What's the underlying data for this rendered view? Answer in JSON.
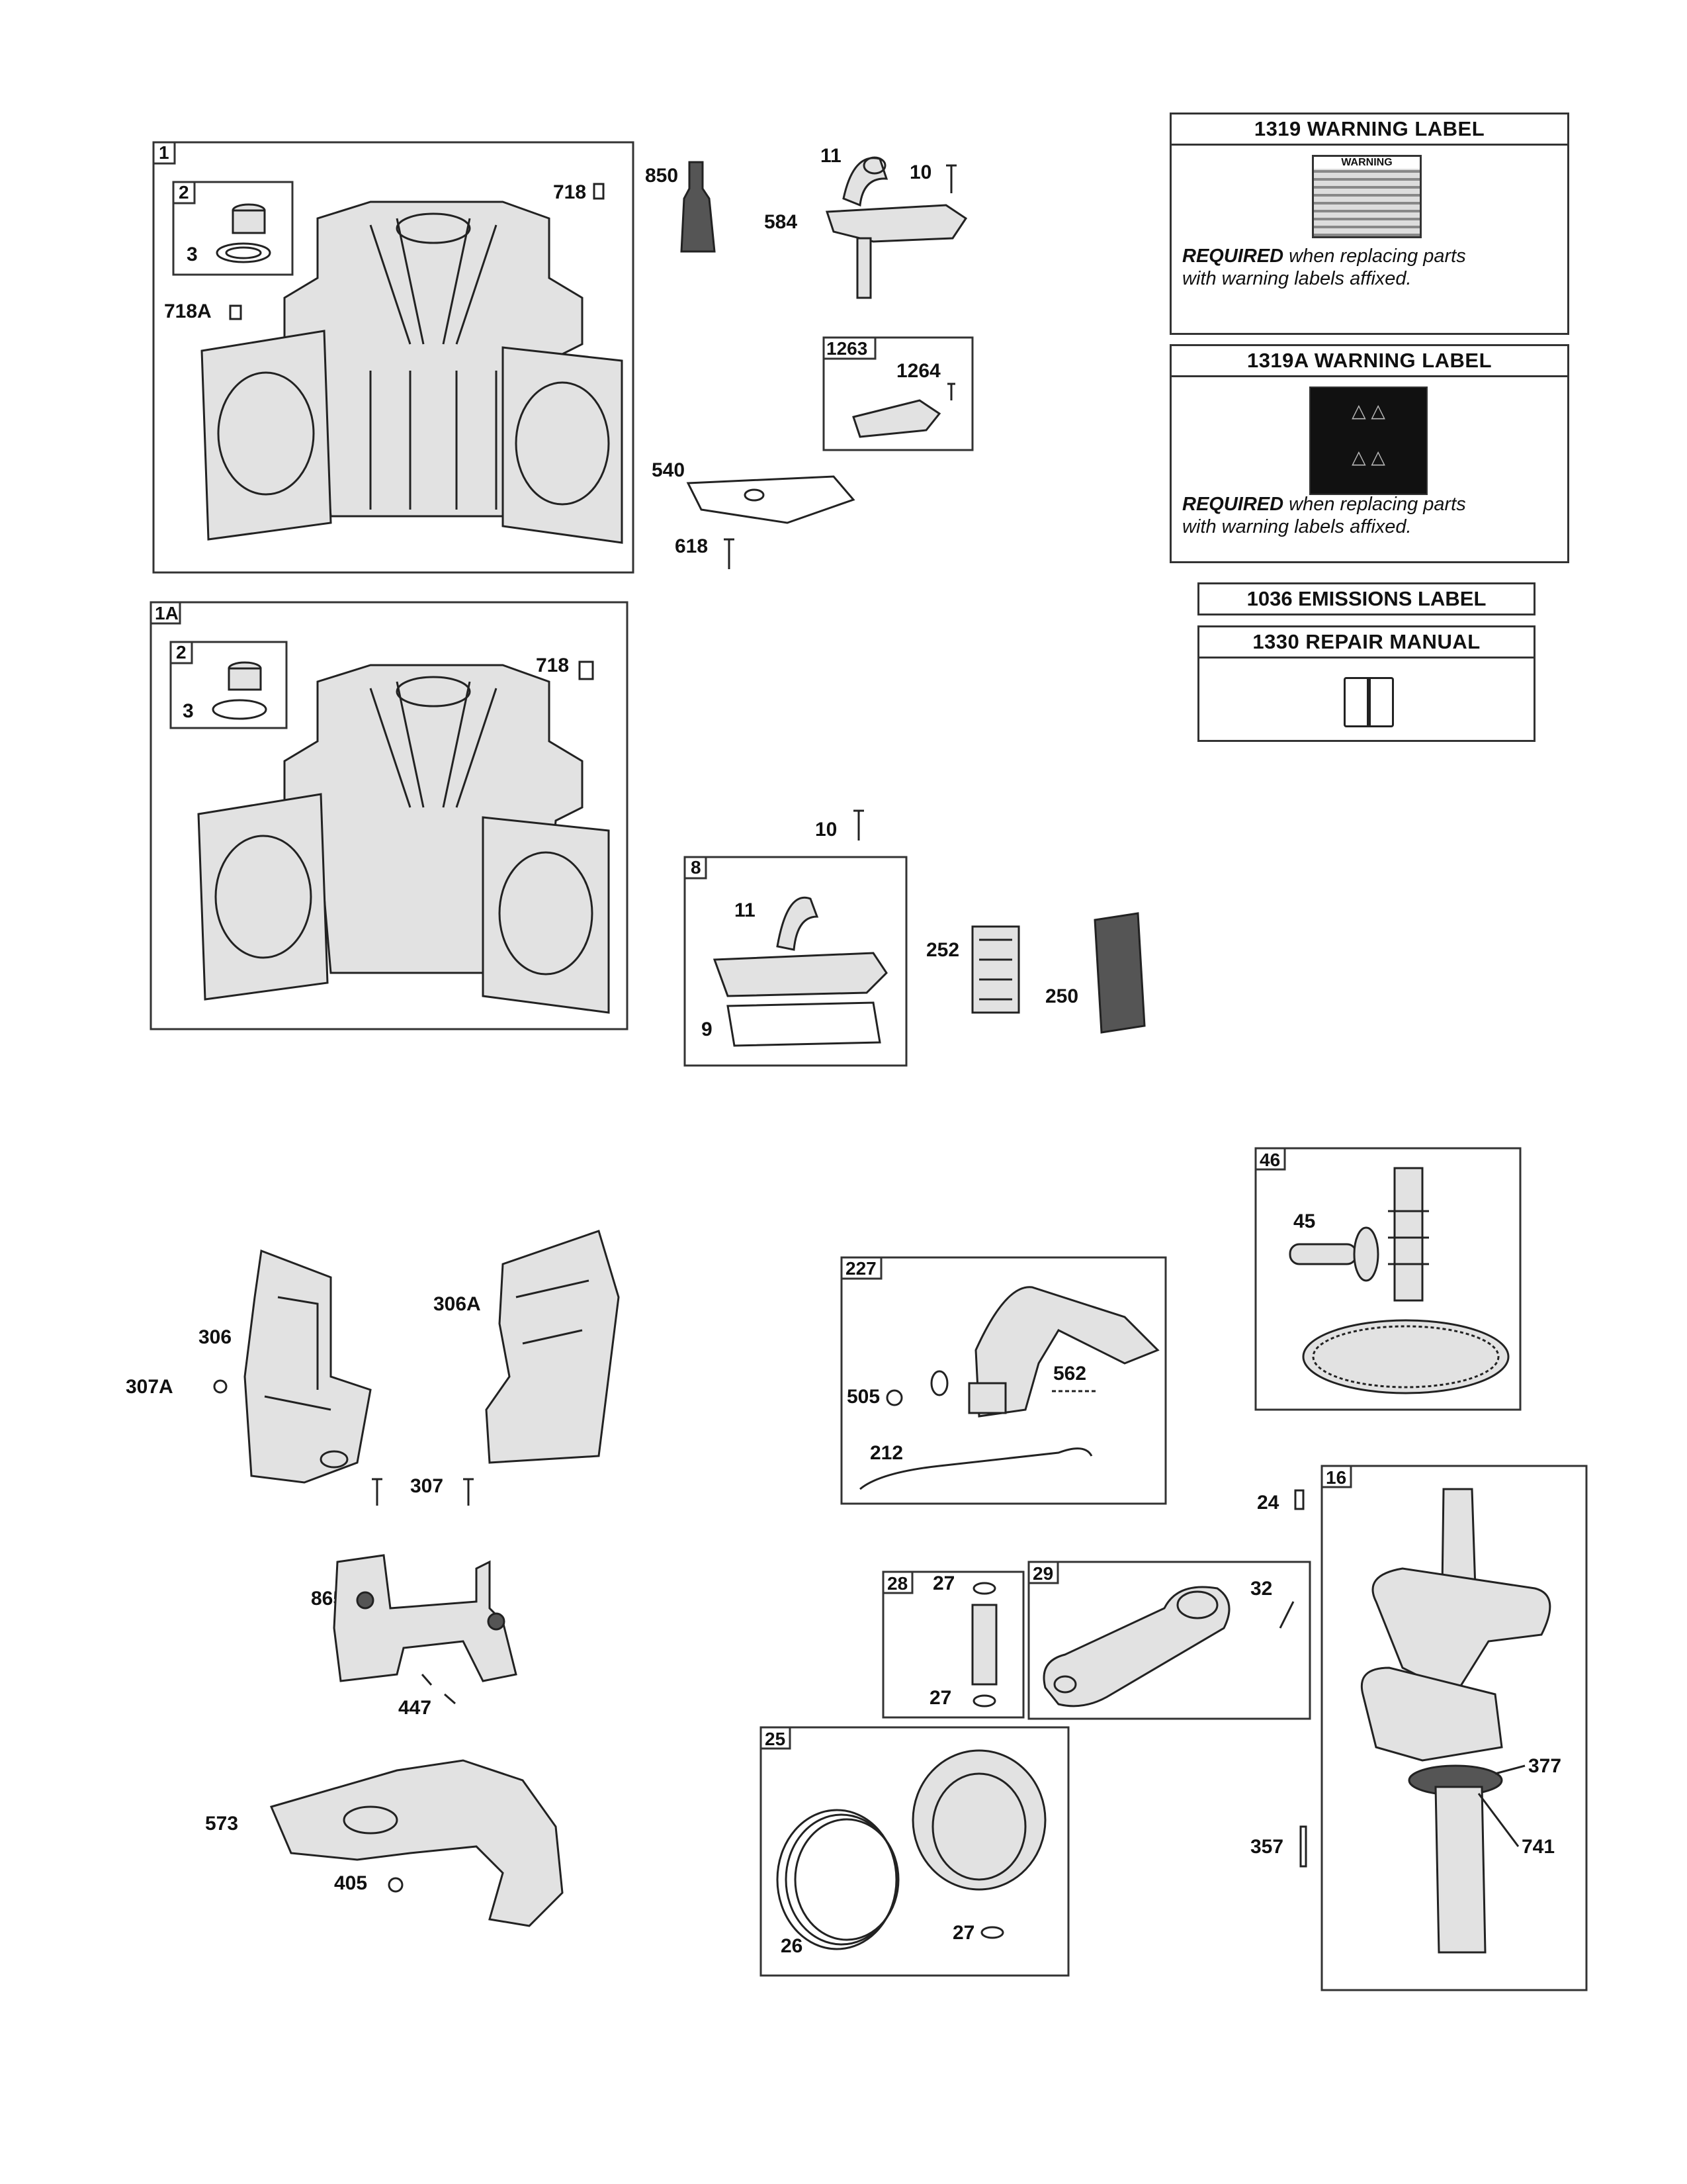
{
  "labels": {
    "box_1": "1",
    "box_2a": "2",
    "p3a": "3",
    "p718a_top": "718",
    "p718A": "718A",
    "box_1A": "1A",
    "box_2b": "2",
    "p3b": "3",
    "p718b": "718",
    "p850": "850",
    "p11a": "11",
    "p10a": "10",
    "p584": "584",
    "box_1263": "1263",
    "p1264": "1264",
    "p540": "540",
    "p618": "618",
    "p10b": "10",
    "box_8": "8",
    "p11b": "11",
    "p9": "9",
    "p252": "252",
    "p250": "250",
    "p306": "306",
    "p306A": "306A",
    "p307A": "307A",
    "p307": "307",
    "p865": "865",
    "p447": "447",
    "p573": "573",
    "p405": "405",
    "box_227": "227",
    "p505": "505",
    "p562": "562",
    "p212": "212",
    "box_46": "46",
    "p45": "45",
    "p24": "24",
    "box_16": "16",
    "box_28": "28",
    "p27a": "27",
    "p27b": "27",
    "box_29": "29",
    "p32": "32",
    "box_25": "25",
    "p26": "26",
    "p27c": "27",
    "p377": "377",
    "p357": "357",
    "p741": "741"
  },
  "info": {
    "warn1_title": "1319 WARNING LABEL",
    "warn1_required": "REQUIRED",
    "warn1_text1": " when replacing parts",
    "warn1_text2": "with warning labels affixed.",
    "warn1_sticker": "WARNING",
    "warn2_title": "1319A WARNING LABEL",
    "warn2_required": "REQUIRED",
    "warn2_text1": " when replacing parts",
    "warn2_text2": "with warning labels affixed.",
    "emissions": "1036 EMISSIONS LABEL",
    "manual": "1330 REPAIR MANUAL"
  },
  "icons": [
    "warning-sticker-icon",
    "warning-pictogram-icon",
    "repair-manual-book-icon"
  ]
}
